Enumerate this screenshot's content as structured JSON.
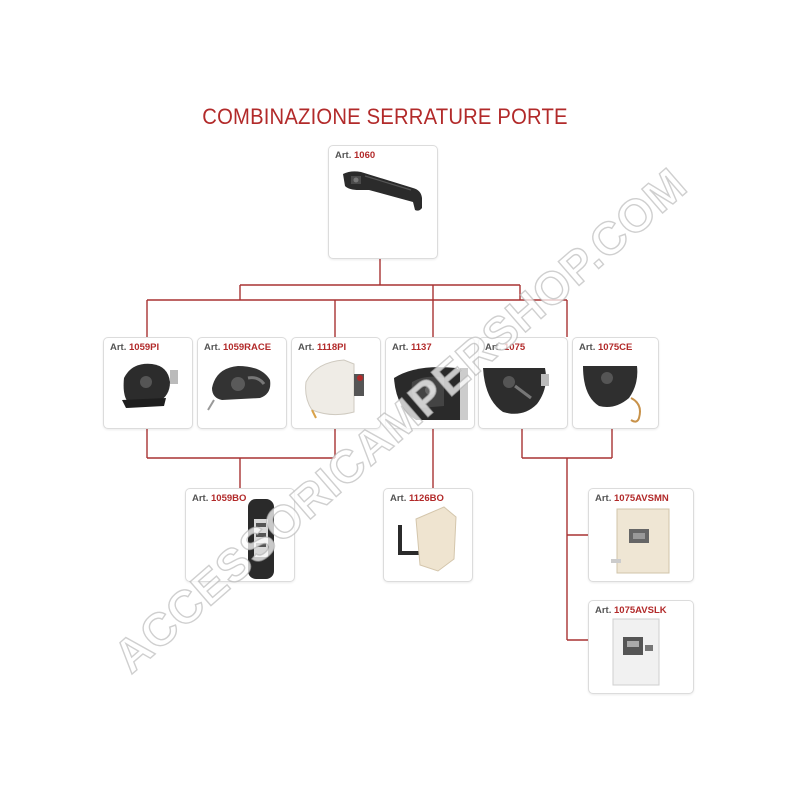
{
  "title": "COMBINAZIONE SERRATURE PORTE",
  "watermark": "ACCESSORICAMPERSHOP.COM",
  "colors": {
    "accent": "#b22a2a",
    "line": "#a83232",
    "border": "#dcdcdc"
  },
  "nodes": {
    "n1060": {
      "prefix": "Art.",
      "code": "1060",
      "icon": "door-handle-icon"
    },
    "n1059pi": {
      "prefix": "Art.",
      "code": "1059PI",
      "icon": "lock-black-icon"
    },
    "n1059race": {
      "prefix": "Art.",
      "code": "1059RACE",
      "icon": "lock-black-icon"
    },
    "n1118pi": {
      "prefix": "Art.",
      "code": "1118PI",
      "icon": "lock-white-icon"
    },
    "n1137": {
      "prefix": "Art.",
      "code": "1137",
      "icon": "lock-black-icon"
    },
    "n1075": {
      "prefix": "Art.",
      "code": "1075",
      "icon": "lock-black-icon"
    },
    "n1075ce": {
      "prefix": "Art.",
      "code": "1075CE",
      "icon": "lock-black-icon"
    },
    "n1059bo": {
      "prefix": "Art.",
      "code": "1059BO",
      "icon": "inner-lock-black-icon"
    },
    "n1126bo": {
      "prefix": "Art.",
      "code": "1126BO",
      "icon": "inner-lock-white-icon"
    },
    "n1075avsmn": {
      "prefix": "Art.",
      "code": "1075AVSMN",
      "icon": "inner-lock-plate-icon"
    },
    "n1075avslk": {
      "prefix": "Art.",
      "code": "1075AVSLK",
      "icon": "inner-lock-plate-icon"
    }
  }
}
